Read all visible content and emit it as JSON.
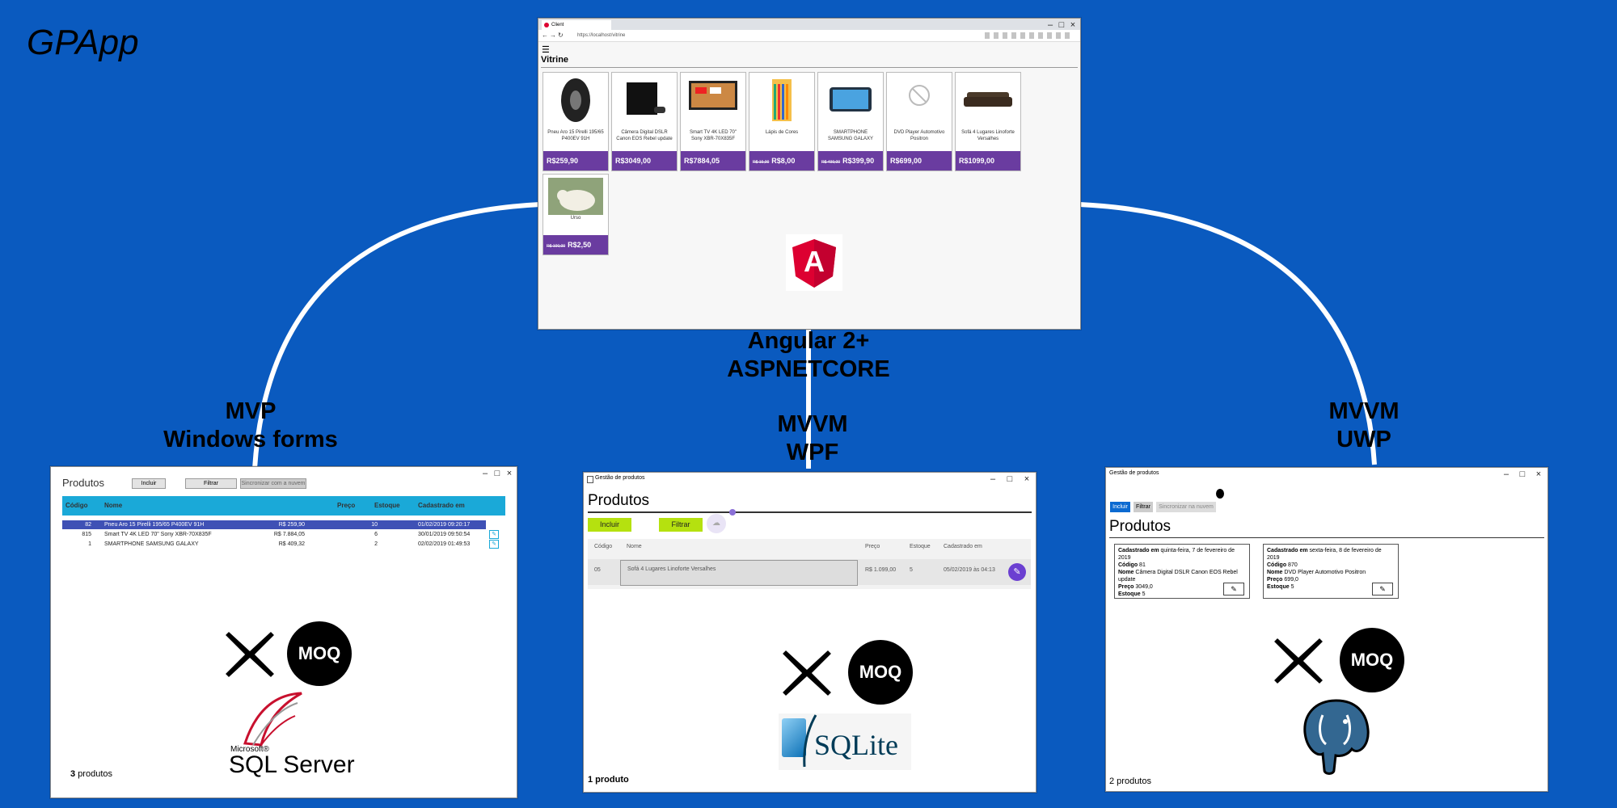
{
  "app_title": "GPApp",
  "labels": {
    "web": [
      "Angular 2+",
      "ASPNETCORE"
    ],
    "winforms": [
      "MVP",
      "Windows forms"
    ],
    "wpf": [
      "MVVM",
      "WPF"
    ],
    "uwp": [
      "MVVM",
      "UWP"
    ]
  },
  "browser": {
    "tab_title": "Client",
    "address": "https://localhost/vitrine",
    "page_title": "Vitrine",
    "products": [
      {
        "name": "Pneu Aro 15 Pirelli 195/65 P400EV 91H",
        "old": "",
        "price": "R$259,90",
        "icon": "tire"
      },
      {
        "name": "Câmera Digital DSLR Canon EOS Rebel update",
        "old": "",
        "price": "R$3049,00",
        "icon": "console"
      },
      {
        "name": "Smart TV 4K LED 70\" Sony XBR-70X835F",
        "old": "",
        "price": "R$7884,05",
        "icon": "tv"
      },
      {
        "name": "Lápis de Cores",
        "old": "R$ 19,00",
        "price": "R$8,00",
        "icon": "pencils"
      },
      {
        "name": "SMARTPHONE SAMSUNG GALAXY",
        "old": "R$ 499,00",
        "price": "R$399,90",
        "icon": "phone"
      },
      {
        "name": "DVD Player Automotivo Positron",
        "old": "",
        "price": "R$699,00",
        "icon": "no-image"
      },
      {
        "name": "Sofá 4 Lugares Linoforte Versalhes",
        "old": "",
        "price": "R$1099,00",
        "icon": "sofa"
      },
      {
        "name": "Urso",
        "old": "R$ 100,00",
        "price": "R$2,50",
        "icon": "bear"
      }
    ],
    "logo_letter": "A"
  },
  "winforms": {
    "title": "Produtos",
    "buttons": {
      "add": "Incluir",
      "filter": "Filtrar",
      "sync": "Sincronizar com a nuvem"
    },
    "columns": [
      "Código",
      "Nome",
      "Preço",
      "Estoque",
      "Cadastrado em"
    ],
    "rows": [
      {
        "code": "82",
        "name": "Pneu Aro 15 Pirelli 195/65 P400EV 91H",
        "price": "R$ 259,90",
        "stock": "10",
        "date": "01/02/2019 09:20:17"
      },
      {
        "code": "815",
        "name": "Smart TV 4K LED 70\" Sony XBR-70X835F",
        "price": "R$ 7.884,05",
        "stock": "6",
        "date": "30/01/2019 09:50:54"
      },
      {
        "code": "1",
        "name": "SMARTPHONE SAMSUNG GALAXY",
        "price": "R$ 409,32",
        "stock": "2",
        "date": "02/02/2019 01:49:53"
      }
    ],
    "footer_count": "3",
    "footer_label": "produtos",
    "db_brand": "Microsoft®",
    "db_name": "SQL Server"
  },
  "wpf": {
    "window_title": "Gestão de produtos",
    "title": "Produtos",
    "buttons": {
      "add": "Incluir",
      "filter": "Filtrar"
    },
    "columns": [
      "Código",
      "Nome",
      "Preço",
      "Estoque",
      "Cadastrado em"
    ],
    "row": {
      "code": "05",
      "name": "Sofá 4 Lugares Linoforte Versalhes",
      "price": "R$ 1.099,00",
      "stock": "5",
      "date": "05/02/2019 às 04:13"
    },
    "footer": "1 produto",
    "db_name": "SQLite"
  },
  "uwp": {
    "window_title": "Gestão de produtos",
    "buttons": {
      "add": "Incluir",
      "filter": "Filtrar",
      "sync": "Sincronizar na nuvem"
    },
    "title": "Produtos",
    "cards": [
      {
        "date_label": "Cadastrado em",
        "date": "quinta-feira, 7 de fevereiro de 2019",
        "code_label": "Código",
        "code": "81",
        "name_label": "Nome",
        "name": "Câmera Digital DSLR Canon EOS Rebel update",
        "price_label": "Preço",
        "price": "3049,0",
        "stock_label": "Estoque",
        "stock": "5"
      },
      {
        "date_label": "Cadastrado em",
        "date": "sexta-feira, 8 de fevereiro de 2019",
        "code_label": "Código",
        "code": "870",
        "name_label": "Nome",
        "name": "DVD Player Automotivo Positron",
        "price_label": "Preço",
        "price": "699,0",
        "stock_label": "Estoque",
        "stock": "5"
      }
    ],
    "footer": "2 produtos"
  },
  "moq_text": "MOQ",
  "colors": {
    "background": "#0a5abf",
    "card_purple": "#6a3ca0",
    "winforms_header": "#1aa9d8",
    "wpf_green": "#b5e10f",
    "uwp_blue": "#0b6ad1",
    "angular_red": "#dd0031"
  }
}
